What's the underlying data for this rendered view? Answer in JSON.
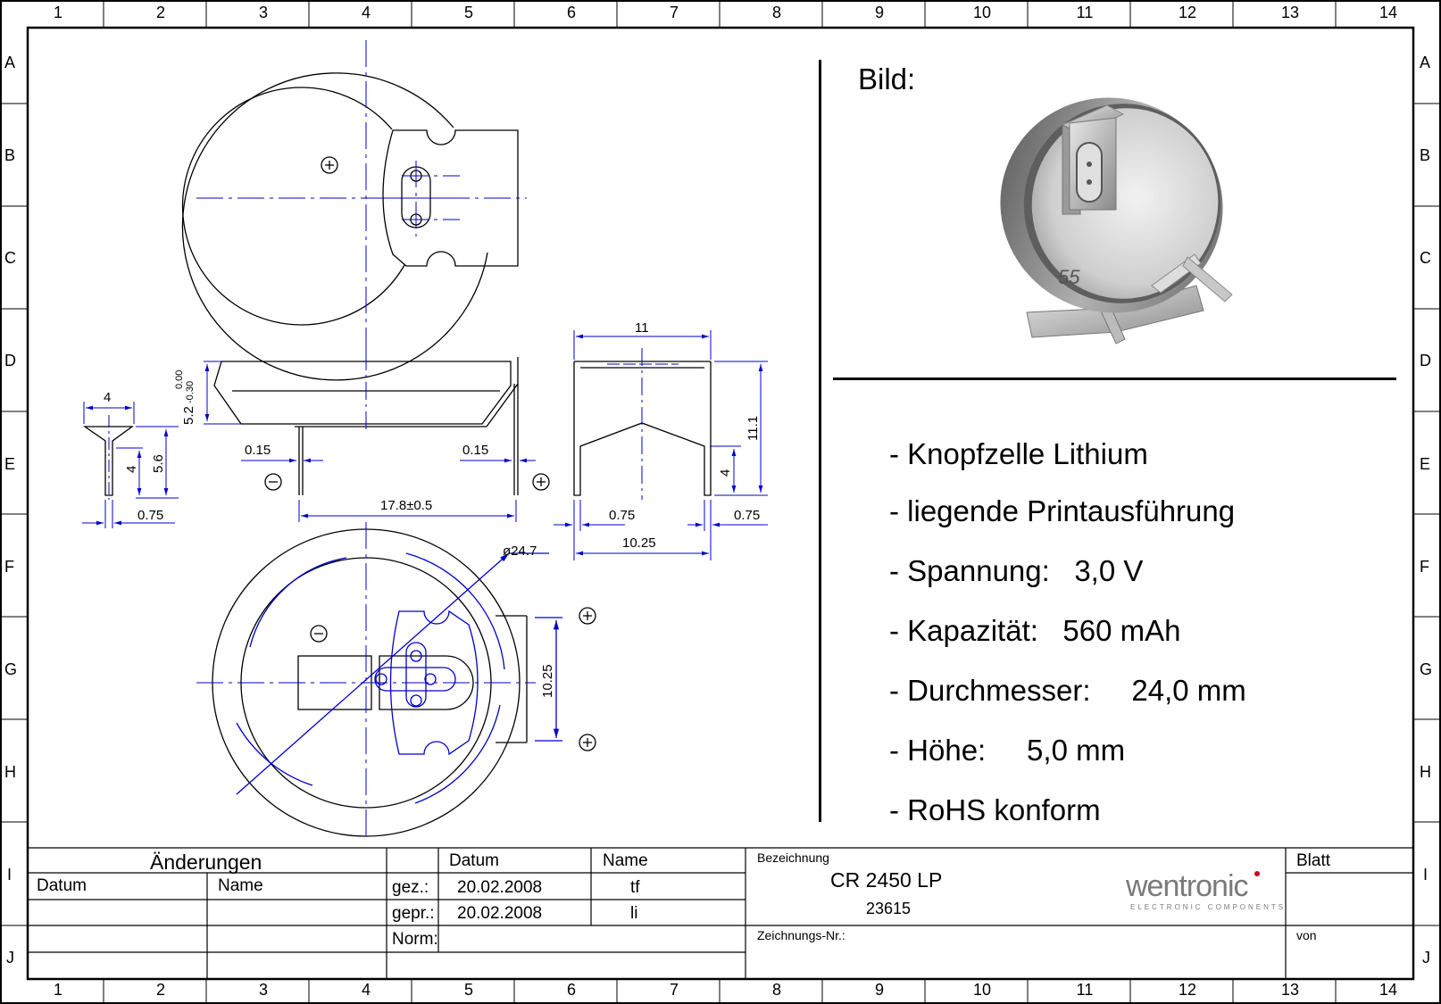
{
  "frame": {
    "cols": [
      "1",
      "2",
      "3",
      "4",
      "5",
      "6",
      "7",
      "8",
      "9",
      "10",
      "11",
      "12",
      "13",
      "14"
    ],
    "rows": [
      "A",
      "B",
      "C",
      "D",
      "E",
      "F",
      "G",
      "H",
      "I",
      "J"
    ]
  },
  "photo": {
    "label": "Bild:",
    "battery_marking": "55"
  },
  "specs": [
    "- Knopfzelle Lithium",
    "- liegende Printausführung",
    "- Spannung:   3,0 V",
    "- Kapazität:   560 mAh",
    "- Durchmesser:     24,0 mm",
    "- Höhe:     5,0 mm",
    "- RoHS konform"
  ],
  "dimensions": {
    "pin_width": "4",
    "pin_height_a": "4",
    "pin_height_b": "5.6",
    "pin_thickness": "0.75",
    "height_nominal": "5.2",
    "height_tol_upper": "0.00",
    "height_tol_lower": "-0.30",
    "offset_left": "0.15",
    "offset_right": "0.15",
    "pin_spacing": "17.8±0.5",
    "side_width": "11",
    "side_height": "11.1",
    "side_pin_len": "4",
    "side_thickness_left": "0.75",
    "side_thickness_right": "0.75",
    "side_pin_spacing": "10.25",
    "diameter": "ø24.7",
    "bottom_pin_spacing": "10.25",
    "plus_symbol": "+",
    "minus_symbol": "−"
  },
  "title_block": {
    "changes_header": "Änderungen",
    "datum_label": "Datum",
    "name_label": "Name",
    "gez_label": "gez.:",
    "gez_date": "20.02.2008",
    "gez_name": "tf",
    "gepr_label": "gepr.:",
    "gepr_date": "20.02.2008",
    "gepr_name": "li",
    "norm_label": "Norm:",
    "bezeichnung_label": "Bezeichnung",
    "part_name": "CR 2450 LP",
    "part_number": "23615",
    "zeichnungs_label": "Zeichnungs-Nr.:",
    "logo_text": "wentronic",
    "logo_sub": "ELECTRONIC COMPONENTS",
    "blatt_label": "Blatt",
    "von_label": "von"
  },
  "colors": {
    "dimension": "#0000cc",
    "outline": "#000000",
    "logo_gray": "#7a7a7a",
    "logo_dot": "#d0021b"
  }
}
